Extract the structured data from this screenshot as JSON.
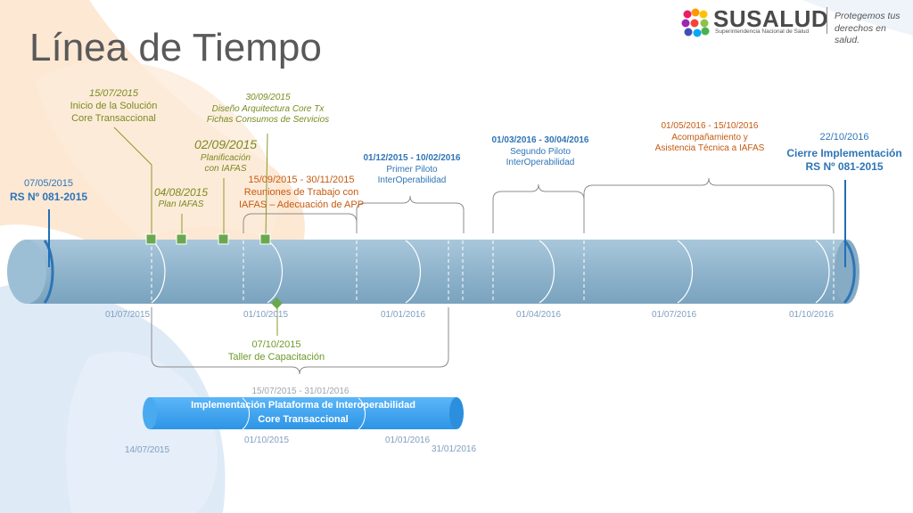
{
  "header": {
    "title": "Línea de Tiempo",
    "logo": {
      "name": "SUSALUD",
      "subtitle": "Superintendencia Nacional de Salud",
      "slogan_line1": "Protegemos tus",
      "slogan_line2": "derechos en salud."
    }
  },
  "timeline": {
    "axis_labels": [
      "01/07/2015",
      "01/10/2015",
      "01/01/2016",
      "01/04/2016",
      "01/07/2016",
      "01/10/2016"
    ],
    "start": {
      "date": "07/05/2015",
      "label": "RS Nº 081-2015"
    },
    "end": {
      "date": "22/10/2016",
      "label_line1": "Cierre Implementación",
      "label_line2": "RS Nº 081-2015"
    }
  },
  "milestones": {
    "m1": {
      "date": "15/07/2015",
      "line1": "Inicio de la Solución",
      "line2": "Core Transaccional"
    },
    "m2": {
      "date": "04/08/2015",
      "line1": "Plan IAFAS"
    },
    "m3": {
      "date": "02/09/2015",
      "line1": "Planificación",
      "line2": "con IAFAS"
    },
    "m4": {
      "date": "30/09/2015",
      "line1": "Diseño Arquitectura Core Tx",
      "line2": "Fichas Consumos de Servicios"
    },
    "m5": {
      "date": "07/10/2015",
      "line1": "Taller de Capacitación"
    }
  },
  "periods": {
    "p1": {
      "range": "15/09/2015 - 30/11/2015",
      "line1": "Reuniones de Trabajo con",
      "line2": "IAFAS – Adecuación de APP"
    },
    "p2": {
      "range": "01/12/2015 - 10/02/2016",
      "line1": "Primer Piloto",
      "line2": "InterOperabilidad"
    },
    "p3": {
      "range": "01/03/2016 - 30/04/2016",
      "line1": "Segundo Piloto",
      "line2": "InterOperabilidad"
    },
    "p4": {
      "range": "01/05/2016 - 15/10/2016",
      "line1": "Acompañamiento y",
      "line2": "Asistencia Técnica a IAFAS"
    }
  },
  "subtimeline": {
    "range": "15/07/2015 - 31/01/2016",
    "line1": "Implementación Plataforma de Interoperabilidad",
    "line2": "Core Transaccional",
    "axis_labels": [
      "01/10/2015",
      "01/01/2016"
    ],
    "start_date": "14/07/2015",
    "end_date": "31/01/2016"
  },
  "colors": {
    "bar": "#8fb4cc",
    "bar_edge": "#2e75b6",
    "sub_bar": "#42a5f5",
    "milestone": "#6aa84f",
    "bg_peach": "#fbe4cf",
    "bg_blue": "#dbe8f6"
  }
}
